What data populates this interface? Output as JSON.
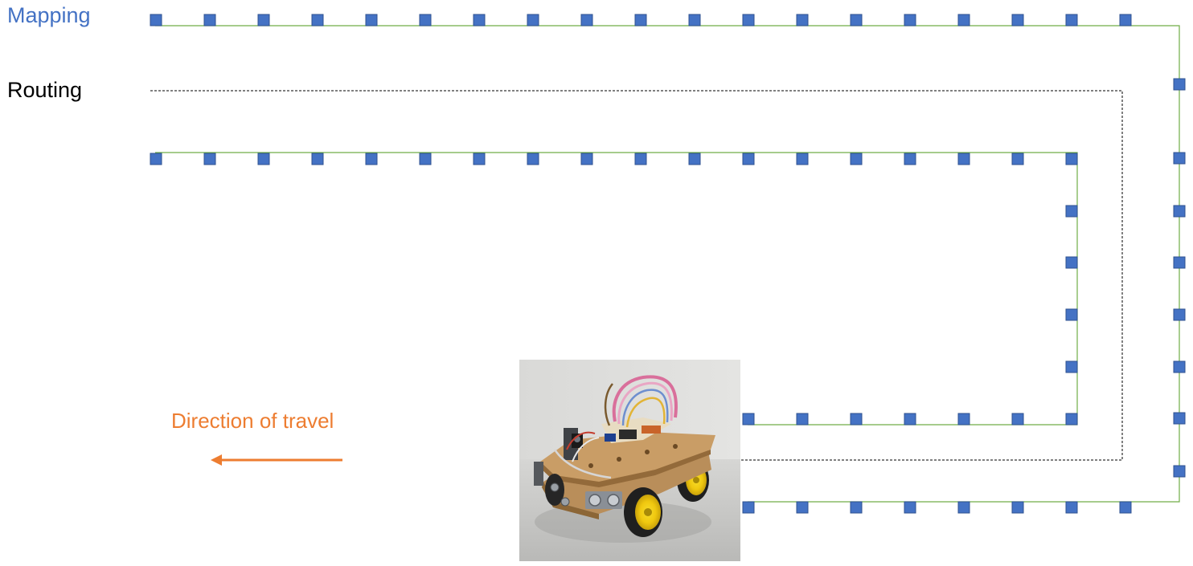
{
  "labels": {
    "mapping": "Mapping",
    "routing": "Routing",
    "direction": "Direction of travel"
  },
  "colors": {
    "mapping_text": "#4472c4",
    "routing_text": "#000000",
    "direction_text": "#ed7d31",
    "marker_fill": "#4472c4",
    "marker_stroke": "#2f528f",
    "mapping_line": "#70ad47",
    "routing_line": "#000000",
    "arrow": "#ed7d31"
  },
  "icons": {
    "arrow": "arrow-left",
    "robot": "robot-car-photo"
  }
}
